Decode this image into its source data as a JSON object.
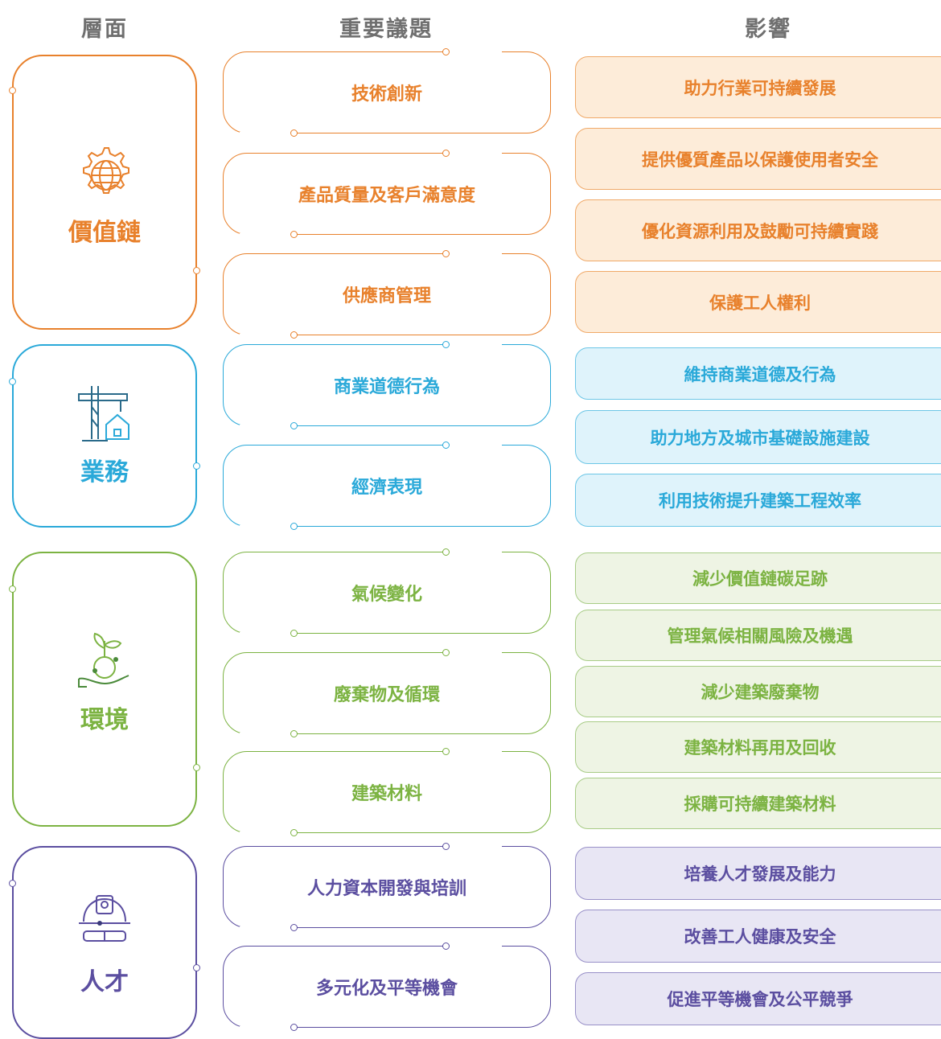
{
  "headers": {
    "layer": "層面",
    "topic": "重要議題",
    "impact": "影響"
  },
  "colors": {
    "value_chain": "#e8812c",
    "business": "#2aa9d9",
    "environment": "#7cb342",
    "talent": "#5b4ea0",
    "impact_value": "#fdecd9",
    "impact_business": "#dff3fb",
    "impact_env": "#eef4e4",
    "impact_talent": "#e8e6f4"
  },
  "categories": [
    {
      "label": "價值鏈",
      "icon": "gear-globe-icon"
    },
    {
      "label": "業務",
      "icon": "crane-house-icon"
    },
    {
      "label": "環境",
      "icon": "plant-globe-hand-icon"
    },
    {
      "label": "人才",
      "icon": "helmet-goggles-icon"
    }
  ],
  "topics": [
    "技術創新",
    "產品質量及客戶滿意度",
    "供應商管理",
    "商業道德行為",
    "經濟表現",
    "氣候變化",
    "廢棄物及循環",
    "建築材料",
    "人力資本開發與培訓",
    "多元化及平等機會"
  ],
  "impacts": [
    "助力行業可持續發展",
    "提供優質產品以保護使用者安全",
    "優化資源利用及鼓勵可持續實踐",
    "保護工人權利",
    "維持商業道德及行為",
    "助力地方及城市基礎設施建設",
    "利用技術提升建築工程效率",
    "減少價值鏈碳足跡",
    "管理氣候相關風險及機遇",
    "減少建築廢棄物",
    "建築材料再用及回收",
    "採購可持續建築材料",
    "培養人才發展及能力",
    "改善工人健康及安全",
    "促進平等機會及公平競爭"
  ]
}
